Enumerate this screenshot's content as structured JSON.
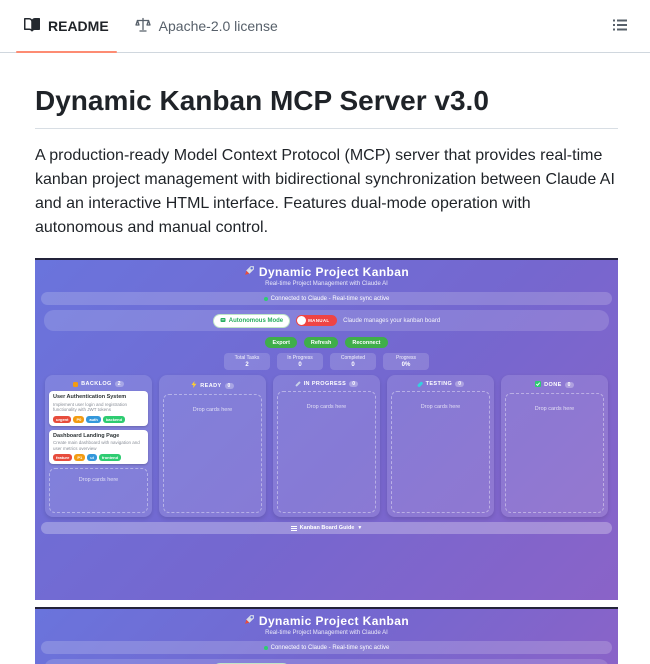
{
  "tab_bar": {
    "readme_label": "README",
    "license_label": "Apache-2.0 license"
  },
  "article": {
    "title": "Dynamic Kanban MCP Server v3.0",
    "intro": "A production-ready Model Context Protocol (MCP) server that provides real-time kanban project management with bidirectional synchronization between Claude AI and an interactive HTML interface. Features dual-mode operation with autonomous and manual control."
  },
  "kanban": {
    "header": {
      "title": "Dynamic Project Kanban",
      "subtitle": "Real-time Project Management with Claude AI"
    },
    "status_text": "Connected to Claude - Real-time sync active",
    "mode": {
      "autonomous_label": "Autonomous Mode",
      "toggle_label": "MANUAL",
      "description": "Claude manages your kanban board"
    },
    "actions": [
      "Export",
      "Refresh",
      "Reconnect"
    ],
    "stats": [
      {
        "label": "Total Tasks",
        "value": "2"
      },
      {
        "label": "In Progress",
        "value": "0"
      },
      {
        "label": "Completed",
        "value": "0"
      },
      {
        "label": "Progress",
        "value": "0%"
      }
    ],
    "columns": [
      {
        "title": "BACKLOG",
        "count": "2"
      },
      {
        "title": "READY",
        "count": "0"
      },
      {
        "title": "IN PROGRESS",
        "count": "0"
      },
      {
        "title": "TESTING",
        "count": "0"
      },
      {
        "title": "DONE",
        "count": "0"
      }
    ],
    "cards": [
      {
        "title": "User Authentication System",
        "description": "Implement user login and registration functionality with JWT tokens",
        "tags": [
          {
            "label": "urgent",
            "color": "#e74c3c"
          },
          {
            "label": "P0",
            "color": "#f39c12"
          },
          {
            "label": "auth",
            "color": "#3498db"
          },
          {
            "label": "backend",
            "color": "#2ecc71"
          }
        ]
      },
      {
        "title": "Dashboard Landing Page",
        "description": "Create main dashboard with navigation and user metrics overview",
        "tags": [
          {
            "label": "feature",
            "color": "#e74c3c"
          },
          {
            "label": "P1",
            "color": "#f39c12"
          },
          {
            "label": "ui",
            "color": "#3498db"
          },
          {
            "label": "frontend",
            "color": "#2ecc71"
          }
        ]
      }
    ],
    "dropzone_label": "Drop cards here",
    "footer_label": "Kanban Board Guide",
    "footer_caret": "▼"
  },
  "colors": {
    "tab_accent": "#fd8c73",
    "kanban_gradient_start": "#6a74dc",
    "kanban_gradient_end": "#8a63c8",
    "action_button_green": "#3fae4a",
    "toggle_red": "#ef4444",
    "status_dot_green": "#2ecc71",
    "tag_red": "#e74c3c",
    "tag_orange": "#f39c12",
    "tag_blue": "#3498db",
    "tag_green": "#2ecc71"
  }
}
